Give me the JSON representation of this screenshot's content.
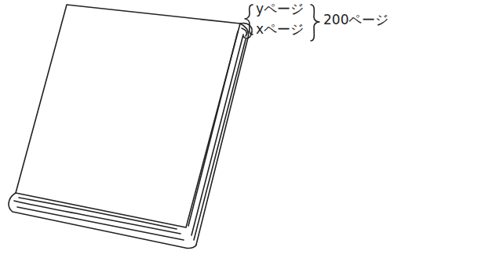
{
  "diagram": {
    "labels": [
      "yページ",
      "xページ",
      "200ページ"
    ]
  }
}
